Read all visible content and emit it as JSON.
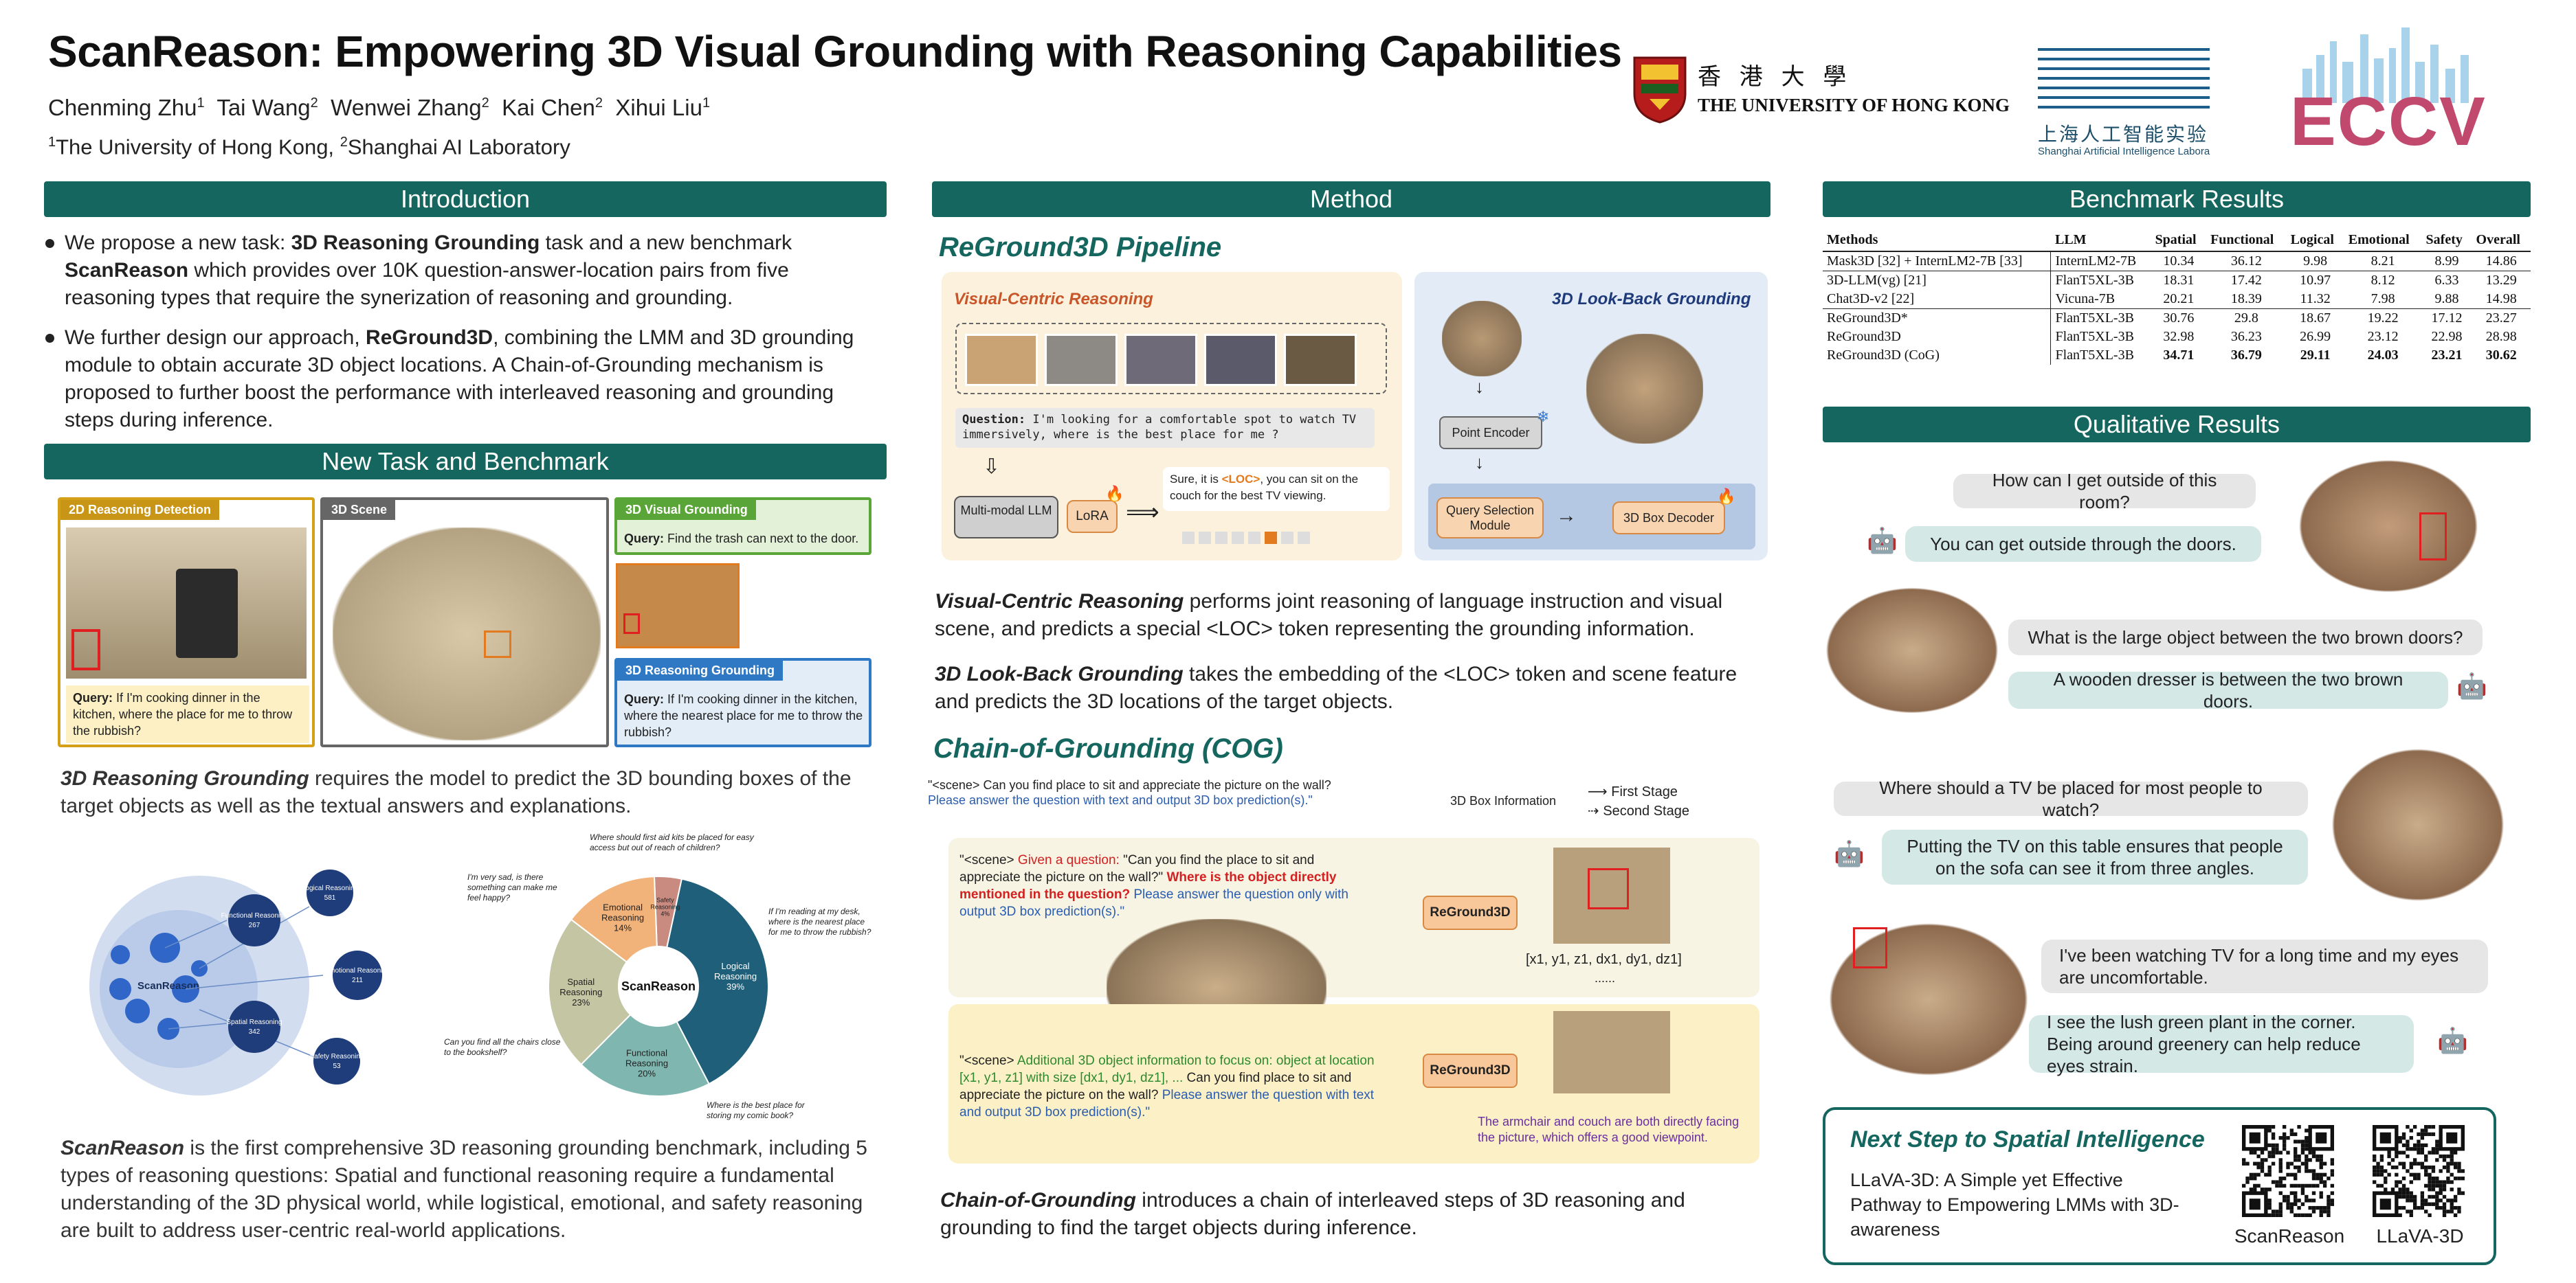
{
  "header": {
    "title": "ScanReason: Empowering 3D Visual Grounding with Reasoning Capabilities",
    "authors": [
      "Chenming Zhu",
      "Tai Wang",
      "Wenwei Zhang",
      "Kai Chen",
      "Xihui Liu"
    ],
    "author_sups": [
      "1",
      "2",
      "2",
      "2",
      "1"
    ],
    "affil_1": "The University of Hong Kong,",
    "affil_2": "Shanghai AI Laboratory",
    "hku_cn": "香 港 大 學",
    "hku_en": "THE UNIVERSITY OF HONG KONG",
    "shlab_cn": "上海人工智能实验",
    "shlab_en": "Shanghai Artificial Intelligence Labora",
    "eccv": "ECCV"
  },
  "intro": {
    "heading": "Introduction",
    "b1_a": "We propose a new task: ",
    "b1_b": "3D Reasoning Grounding",
    "b1_c": " task and a new benchmark ",
    "b1_d": "ScanReason",
    "b1_e": " which provides over 10K question-answer-location pairs from five reasoning types that require the synerization of reasoning and grounding.",
    "b2_a": "We further design our approach, ",
    "b2_b": "ReGround3D",
    "b2_c": ", combining the LMM and 3D grounding module to obtain accurate 3D object locations. A Chain-of-Grounding mechanism is proposed to further boost the performance with interleaved reasoning and grounding steps during inference."
  },
  "task": {
    "heading": "New Task and Benchmark",
    "p1_label": "2D Reasoning Detection",
    "p2_label": "3D Scene",
    "p3_label": "3D Visual Grounding",
    "p3_query_b": "Query:",
    "p3_query": " Find the trash can next to the door.",
    "p4_label": "3D Reasoning Grounding",
    "p1_query_b": "Query:",
    "p1_query": " If I'm cooking dinner in the kitchen, where the place for me to throw the rubbish?",
    "p4_query_b": "Query:",
    "p4_query": " If I'm cooking dinner in the kitchen, where the nearest place for me to throw the rubbish?",
    "desc_i": "3D Reasoning Grounding",
    "desc": " requires the model to predict the 3D bounding boxes of the target objects as well as the textual answers and explanations.",
    "venn_center": "ScanReason",
    "venn_items": [
      {
        "name": "Functional Reasoning",
        "count": "267"
      },
      {
        "name": "Logical Reasoning",
        "count": "581"
      },
      {
        "name": "Emotional Reasoning",
        "count": "211"
      },
      {
        "name": "Spatial Reasoning",
        "count": "342"
      },
      {
        "name": "Safety Reasoning",
        "count": "53"
      }
    ],
    "donut_center": "ScanReason",
    "donut_q_safety": "Where should first aid kits be placed for easy access but out of reach of children?",
    "donut_q_emotional": "I'm very sad, is there something can make me feel happy?",
    "donut_q_logical": "If I'm reading at my desk, where is the nearest place for me to throw the rubbish?",
    "donut_q_spatial": "Can you find all the chairs close to the bookshelf?",
    "donut_q_functional": "Where is the best place for storing my comic book?",
    "bench_i": "ScanReason",
    "bench_desc": " is the first comprehensive 3D reasoning grounding benchmark, including 5 types of reasoning questions: Spatial and functional reasoning require a fundamental understanding of the 3D physical world, while logistical, emotional, and safety reasoning are built to address user-centric real-world applications."
  },
  "chart_data": {
    "type": "pie",
    "categories": [
      "Logical Reasoning",
      "Functional Reasoning",
      "Spatial Reasoning",
      "Emotional Reasoning",
      "Safety Reasoning"
    ],
    "values": [
      39,
      20,
      23,
      14,
      4
    ],
    "colors": [
      "#1f5f7a",
      "#7fb7b0",
      "#c3c5a3",
      "#f2b37b",
      "#c98a7f"
    ],
    "labels": [
      "Logical Reasoning 39%",
      "Functional Reasoning 20%",
      "Spatial Reasoning 23%",
      "Emotional Reasoning 14%",
      "Safety Reasoning 4%"
    ]
  },
  "method": {
    "heading": "Method",
    "pipeline_title": "ReGround3D Pipeline",
    "vcr_title": "Visual-Centric Reasoning",
    "lbg_title": "3D Look-Back Grounding",
    "question_b": "Question:",
    "question": " I'm looking for a comfortable spot to watch TV immersively, where is the best place for me ?",
    "mllm": "Multi-modal LLM",
    "lora": "LoRA",
    "answer_a": "Sure, it is ",
    "answer_loc": "<LOC>",
    "answer_b": ", you can sit on the couch for the best TV viewing.",
    "point_encoder": "Point Encoder",
    "query_sel": "Query Selection Module",
    "box_decoder": "3D Box Decoder",
    "vcr_desc_i": "Visual-Centric Reasoning",
    "vcr_desc": " performs joint reasoning of language instruction and visual scene, and predicts a special <LOC> token representing the grounding information.",
    "lbg_desc_i": "3D Look-Back Grounding",
    "lbg_desc": " takes the embedding of the <LOC> token and scene feature and predicts the 3D locations of the target objects.",
    "cog_title": "Chain-of-Grounding (COG)",
    "cog_top_a": "\"<scene> Can you find place to sit and appreciate the picture on the wall?",
    "cog_top_b": "Please answer the question with text and output 3D box prediction(s).\"",
    "first_stage": "First Stage",
    "second_stage": "Second Stage",
    "box_info": "3D Box Information",
    "s1_a": "\"<scene> ",
    "s1_b": "Given a question:",
    "s1_c": " \"Can you find the place to sit and appreciate the picture on the wall?\" ",
    "s1_d": "Where is the object directly mentioned in the question?",
    "s1_e": " Please answer the question only with output 3D box prediction(s).\"",
    "reground": "ReGround3D",
    "coords": "[x1, y1, z1, dx1, dy1, dz1]",
    "dots": "......",
    "s2_a": "\"<scene> ",
    "s2_b": "Additional 3D object information to focus on: object at location [x1, y1, z1] with size [dx1, dy1, dz1], ...",
    "s2_c": " Can you find place to sit and appreciate the picture on the wall? ",
    "s2_d": "Please answer the question with text and output 3D box prediction(s).\"",
    "s2_ans": "The armchair and couch are both directly facing the picture, which offers a good viewpoint.",
    "cog_desc_i": "Chain-of-Grounding",
    "cog_desc": "  introduces a chain of interleaved steps of 3D reasoning and grounding to find the target objects during inference."
  },
  "results": {
    "heading": "Benchmark Results",
    "columns": [
      "Methods",
      "LLM",
      "Spatial",
      "Functional",
      "Logical",
      "Emotional",
      "Safety",
      "Overall"
    ],
    "rows": [
      [
        "Mask3D [32] + InternLM2-7B [33]",
        "InternLM2-7B",
        "10.34",
        "36.12",
        "9.98",
        "8.21",
        "8.99",
        "14.86"
      ],
      [
        "3D-LLM(vg) [21]",
        "FlanT5XL-3B",
        "18.31",
        "17.42",
        "10.97",
        "8.12",
        "6.33",
        "13.29"
      ],
      [
        "Chat3D-v2 [22]",
        "Vicuna-7B",
        "20.21",
        "18.39",
        "11.32",
        "7.98",
        "9.88",
        "14.98"
      ],
      [
        "ReGround3D*",
        "FlanT5XL-3B",
        "30.76",
        "29.8",
        "18.67",
        "19.22",
        "17.12",
        "23.27"
      ],
      [
        "ReGround3D",
        "FlanT5XL-3B",
        "32.98",
        "36.23",
        "26.99",
        "23.12",
        "22.98",
        "28.98"
      ],
      [
        "ReGround3D (CoG)",
        "FlanT5XL-3B",
        "34.71",
        "36.79",
        "29.11",
        "24.03",
        "23.21",
        "30.62"
      ]
    ],
    "qual_heading": "Qualitative Results",
    "q1": "How can I get outside of this room?",
    "a1": "You can get outside through the doors.",
    "q2": "What is the large object between the two brown doors?",
    "a2": "A wooden dresser is between the two brown doors.",
    "q3": "Where should a TV be placed for most people to watch?",
    "a3": "Putting the TV on this table ensures that people on the sofa can see it from three angles.",
    "q4": "I've been watching TV for a long time and my eyes are uncomfortable.",
    "a4": "I see the lush green plant in the corner. Being around greenery can help reduce eyes strain.",
    "next_title": "Next Step to Spatial Intelligence",
    "next_desc": "LLaVA-3D: A Simple yet Effective Pathway to Empowering LMMs with 3D-awareness",
    "qr1": "ScanReason",
    "qr2": "LLaVA-3D"
  }
}
